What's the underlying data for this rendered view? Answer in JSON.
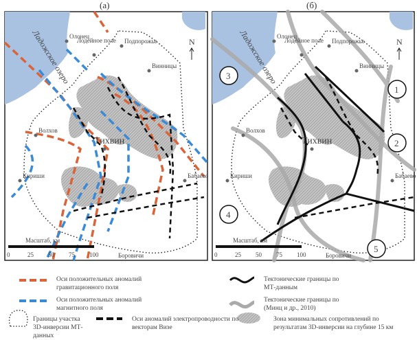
{
  "panels": [
    {
      "label": "(а)"
    },
    {
      "label": "(б)"
    }
  ],
  "lake_label": "Ладожское озеро",
  "cities": [
    {
      "name": "Олонец"
    },
    {
      "name": "Подпорожье"
    },
    {
      "name": "Лодейное поле"
    },
    {
      "name": "Винницы"
    },
    {
      "name": "Волхов"
    },
    {
      "name": "Тихвин"
    },
    {
      "name": "Кириши"
    },
    {
      "name": "Бабаево"
    },
    {
      "name": "Боровичи"
    }
  ],
  "north": "N",
  "scale": {
    "title": "Масштаб, км",
    "ticks": [
      "0",
      "25",
      "50",
      "75",
      "100"
    ]
  },
  "zones": [
    "1",
    "2",
    "3",
    "4",
    "5"
  ],
  "legend": {
    "gravity": "Оси положительных аномалий гравитационного поля",
    "magnetic": "Оси положительных аномалий магнитного поля",
    "boundary": "Границы участка 3D-инверсии МТ-данных",
    "conductivity": "Оси аномалий электропроводности по векторам Визе",
    "mt_tectonic": "Тектонические границы по МТ-данным",
    "mints_tectonic": "Тектонические границы по (Минц и др., 2010)",
    "min_resistivity": "Зона минимальных сопротивлений по результатам 3D-инверсии на глубине 15 км"
  },
  "colors": {
    "lake": "#a9c2e2",
    "gravity": "#d9643a",
    "magnetic": "#3b8ad6",
    "zone": "#b8b8b8",
    "mints": "#a8a8a8"
  }
}
